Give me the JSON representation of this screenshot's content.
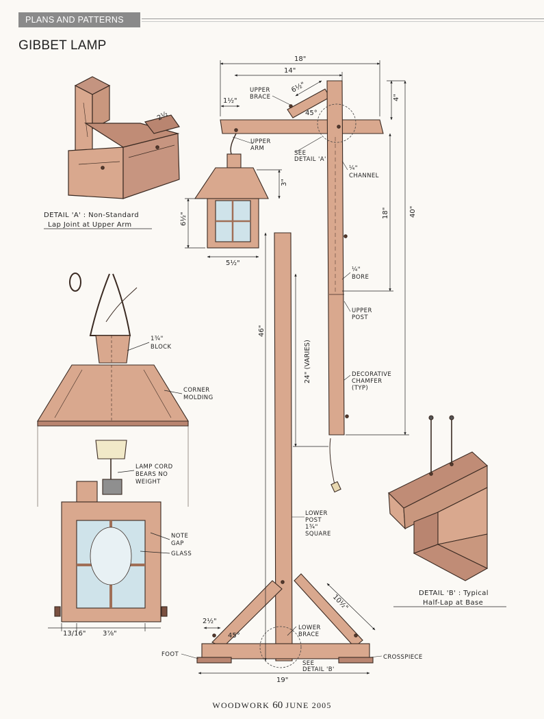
{
  "header": {
    "section": "PLANS AND PATTERNS"
  },
  "title": "GIBBET LAMP",
  "detail_a": {
    "line1": "DETAIL 'A' : Non-Standard",
    "line2": "Lap Joint at Upper Arm",
    "dim": "2½"
  },
  "detail_b": {
    "line1": "DETAIL 'B' : Typical",
    "line2": "Half-Lap at Base"
  },
  "lamp_labels": {
    "block": [
      "1¾\"",
      "BLOCK"
    ],
    "corner_molding": [
      "CORNER",
      "MOLDING"
    ],
    "lamp_cord": [
      "LAMP CORD",
      "BEARS NO",
      "WEIGHT"
    ],
    "note_gap": [
      "NOTE",
      "GAP"
    ],
    "glass": "GLASS",
    "dim_left": "13/16\"",
    "dim_right": "3⅞\""
  },
  "stand_labels": {
    "upper_brace": [
      "UPPER",
      "BRACE"
    ],
    "upper_arm": [
      "UPPER",
      "ARM"
    ],
    "see_detail_a": [
      "SEE",
      "DETAIL 'A'"
    ],
    "channel": [
      "¼\"",
      "CHANNEL"
    ],
    "bore": [
      "¼\"",
      "BORE"
    ],
    "upper_post": [
      "UPPER",
      "POST"
    ],
    "decorative_chamfer": [
      "DECORATIVE",
      "CHAMFER",
      "(TYP)"
    ],
    "lower_post": [
      "LOWER",
      "POST",
      "1¾\"",
      "SQUARE"
    ],
    "lower_brace": [
      "LOWER",
      "BRACE"
    ],
    "foot": "FOOT",
    "crosspiece": "CROSSPIECE",
    "see_detail_b": [
      "SEE",
      "DETAIL 'B'"
    ]
  },
  "dimensions": {
    "d18": "18\"",
    "d14": "14\"",
    "d6_half_brace": "6½\"",
    "d4": "4\"",
    "d1_half": "1½\"",
    "d40": "40\"",
    "d18_vert": "18\"",
    "d3": "3\"",
    "d6_half_lamp": "6½\"",
    "d5_half": "5½\"",
    "d46": "46\"",
    "d24": "24\" (VARIES)",
    "d10_half": "10½\"",
    "d2_half": "2½\"",
    "d19": "19\"",
    "a45_top": "45°",
    "a45_bottom": "45°"
  },
  "footer": {
    "left": "WOODWORK",
    "page": "60",
    "right": "JUNE 2005"
  },
  "colors": {
    "wood": "#d9a88e",
    "wood_dark": "#a06f57",
    "line": "#3a2a22",
    "glass": "#cfe3ea"
  }
}
